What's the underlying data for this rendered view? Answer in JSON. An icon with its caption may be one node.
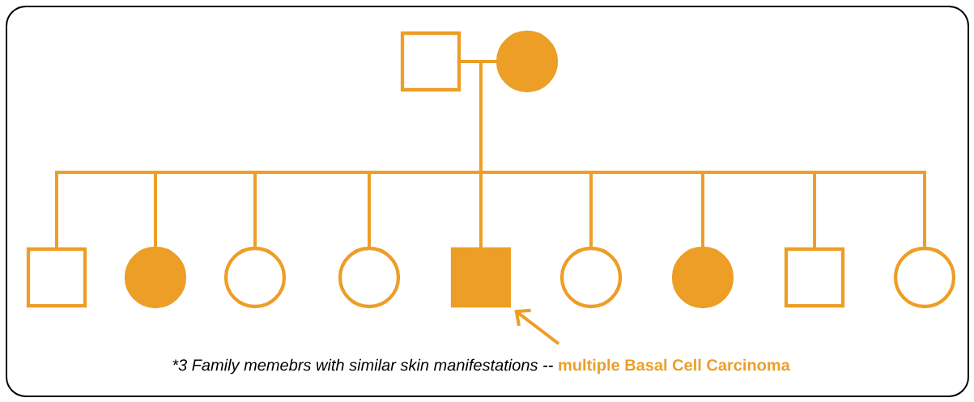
{
  "diagram": {
    "nodes": [
      {
        "text": [],
        "shape": "box"
      },
      {
        "text": [],
        "shape": "filled-circle"
      },
      {
        "text": [],
        "shape": "box"
      },
      {
        "text": [],
        "shape": "filled-circle"
      },
      {
        "text": [],
        "shape": "circle"
      },
      {
        "text": [],
        "shape": "circle"
      },
      {
        "text": [],
        "shape": "filled-box"
      },
      {
        "text": [],
        "shape": "circle"
      },
      {
        "text": [],
        "shape": "filled-circle"
      },
      {
        "text": [],
        "shape": "box"
      },
      {
        "text": [],
        "shape": "circle"
      }
    ],
    "edges": [
      {
        "from": 0,
        "to": 1,
        "arrow": "none"
      },
      {
        "from": 0,
        "to": 2,
        "arrow": "none"
      },
      {
        "from": 0,
        "to": 3,
        "arrow": "none"
      },
      {
        "from": 0,
        "to": 4,
        "arrow": "none"
      },
      {
        "from": 0,
        "to": 5,
        "arrow": "none"
      },
      {
        "from": 0,
        "to": 6,
        "arrow": "none"
      },
      {
        "from": 0,
        "to": 7,
        "arrow": "none"
      },
      {
        "from": 0,
        "to": 8,
        "arrow": "none"
      },
      {
        "from": 0,
        "to": 9,
        "arrow": "none"
      },
      {
        "from": 0,
        "to": 10,
        "arrow": "none"
      },
      {
        "from": 1,
        "to": 2,
        "arrow": "none"
      },
      {
        "from": 1,
        "to": 3,
        "arrow": "none"
      },
      {
        "from": 1,
        "to": 4,
        "arrow": "none"
      },
      {
        "from": 1,
        "to": 5,
        "arrow": "none"
      },
      {
        "from": 1,
        "to": 6,
        "arrow": "none"
      },
      {
        "from": 1,
        "to": 7,
        "arrow": "none"
      },
      {
        "from": 1,
        "to": 8,
        "arrow": "none"
      },
      {
        "from": 1,
        "to": 9,
        "arrow": "none"
      },
      {
        "from": 1,
        "to": 10,
        "arrow": "none"
      },
      {
        "from": null,
        "to": 6,
        "arrow": "to"
      }
    ],
    "labels": [
      "*3 Family memebrs with similar skin manifestations --",
      "multiple Basal Cell Carcinoma"
    ]
  }
}
